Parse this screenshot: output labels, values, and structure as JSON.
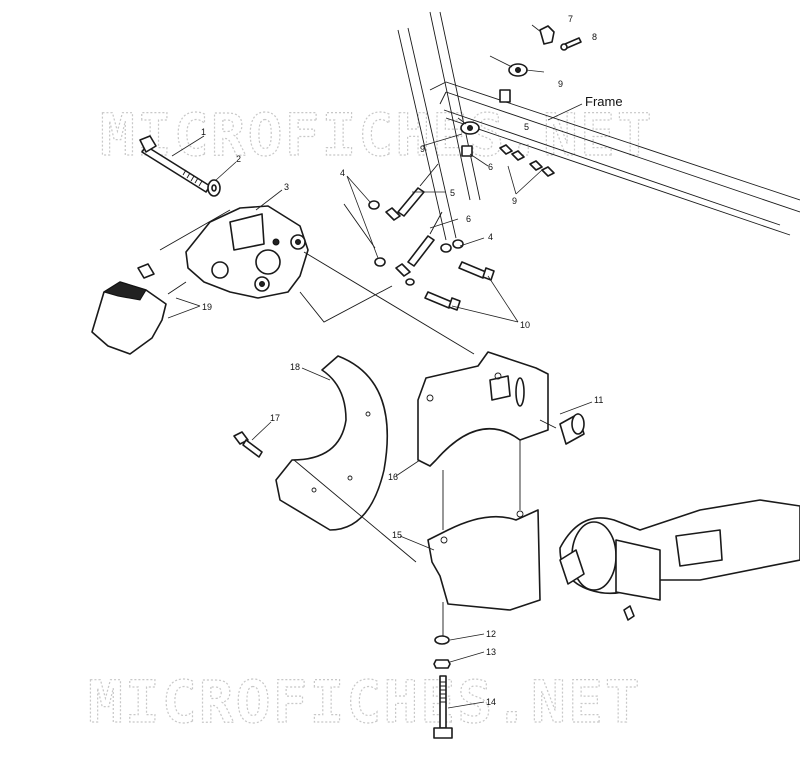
{
  "watermarks": [
    "MICROFICHES.NET",
    "MICROFICHES.NET"
  ],
  "frame_label": "Frame",
  "callouts": [
    "1",
    "2",
    "3",
    "4",
    "5",
    "6",
    "7",
    "8",
    "9",
    "5",
    "9",
    "6",
    "9",
    "4",
    "10",
    "19",
    "18",
    "11",
    "17",
    "16",
    "15",
    "12",
    "13",
    "14"
  ]
}
